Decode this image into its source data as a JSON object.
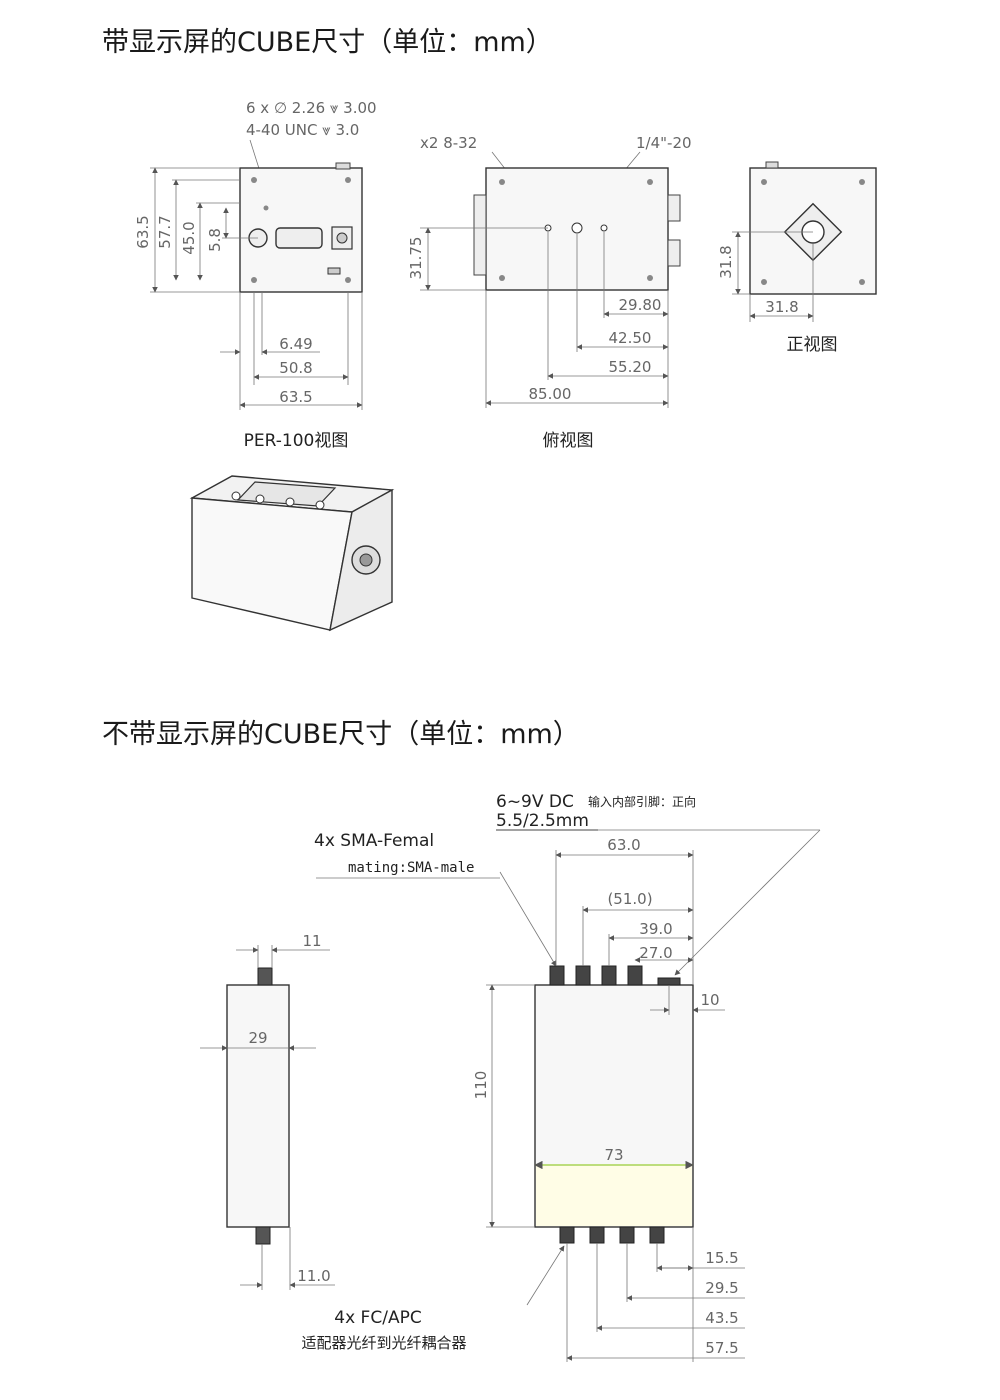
{
  "section1": {
    "title": "带显示屏的CUBE尺寸（单位：mm）",
    "rear_view": {
      "caption": "PER-100视图",
      "note_line1": "6 x ∅ 2.26 ⩔ 3.00",
      "note_line2": "4-40 UNC  ⩔ 3.0",
      "dim_h1": "63.5",
      "dim_h2": "57.7",
      "dim_h3": "45.0",
      "dim_h4": "5.8",
      "dim_w1": "6.49",
      "dim_w2": "50.8",
      "dim_w3": "63.5"
    },
    "top_view": {
      "caption": "俯视图",
      "label_left": "x2  8-32",
      "label_right": "1/4\"-20",
      "dim_h": "31.75",
      "dim_w1": "29.80",
      "dim_w2": "42.50",
      "dim_w3": "55.20",
      "dim_w4": "85.00"
    },
    "front_view": {
      "caption": "正视图",
      "dim_h": "31.8",
      "dim_w": "31.8"
    }
  },
  "section2": {
    "title": "不带显示屏的CUBE尺寸（单位：mm）",
    "side_view": {
      "dim_top": "11",
      "dim_width": "29",
      "dim_bottom": "11.0"
    },
    "main_view": {
      "power_label": "6~9V DC",
      "power_note": "输入内部引脚：正向",
      "power_spec": "5.5/2.5mm",
      "sma_label": "4x SMA-Femal",
      "sma_mating": "mating:SMA-male",
      "fc_label": "4x FC/APC",
      "fc_note": "适配器光纤到光纤耦合器",
      "dim_top1": "63.0",
      "dim_top2": "(51.0)",
      "dim_top3": "39.0",
      "dim_top4": "27.0",
      "dim_right": "10",
      "dim_height": "110",
      "dim_width": "73",
      "dim_b1": "15.5",
      "dim_b2": "29.5",
      "dim_b3": "43.5",
      "dim_b4": "57.5"
    }
  }
}
